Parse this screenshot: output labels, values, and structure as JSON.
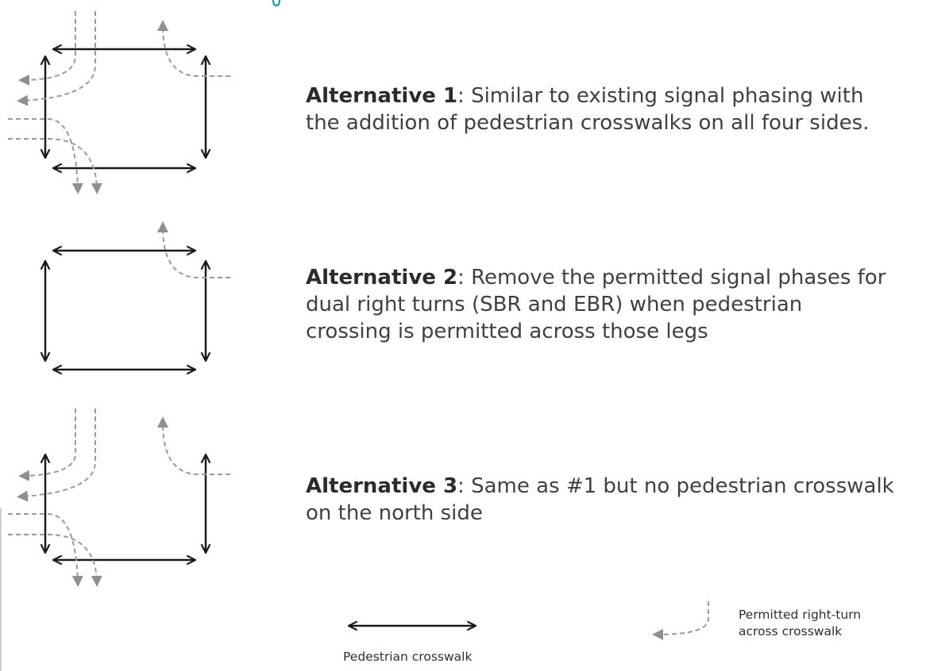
{
  "colors": {
    "crosswalk": "#1a1a1a",
    "turn": "#9a9a9a",
    "heading_accent": "#1b8fa0"
  },
  "alternatives": [
    {
      "title": "Alternative 1",
      "description": ": Similar to existing signal phasing with",
      "description_2": "the addition of pedestrian crosswalks on all four sides."
    },
    {
      "title": "Alternative 2",
      "description": ": Remove the permitted signal phases for",
      "description_2": "dual right turns (SBR and EBR) when pedestrian",
      "description_3": "crossing is permitted across those legs"
    },
    {
      "title": "Alternative 3",
      "description": ": Same as #1 but no pedestrian crosswalk",
      "description_2": "on the north side"
    }
  ],
  "legend": {
    "crosswalk_label": "Pedestrian crosswalk",
    "turn_label_1": "Permitted right-turn",
    "turn_label_2": "across crosswalk"
  }
}
